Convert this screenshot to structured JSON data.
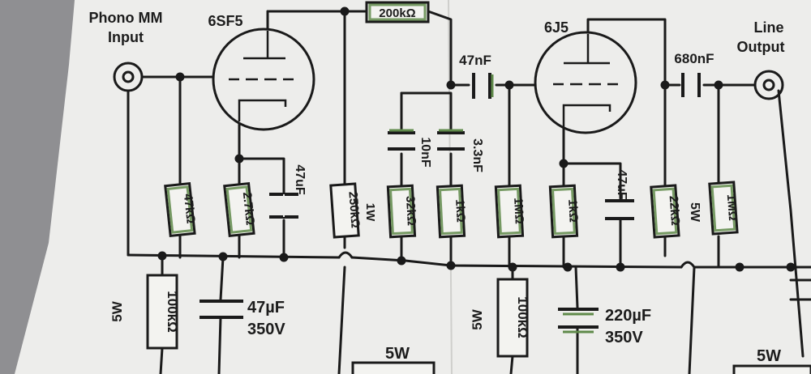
{
  "labels": {
    "input": [
      "Phono MM",
      "Input"
    ],
    "output": [
      "Line",
      "Output"
    ],
    "tube1": "6SF5",
    "tube2": "6J5"
  },
  "components": {
    "r_feedback": "200kΩ",
    "r_grid1": "47kΩ",
    "r_cathode1": "2.7kΩ",
    "c_cathode1": "47uF",
    "r_plate1": "250kΩ",
    "r_plate1_watt": "1W",
    "c_coupling": "47nF",
    "c_riaa1": "10nF",
    "c_riaa2": "3.3nF",
    "r_riaa1": "32kΩ",
    "r_riaa2": "1kΩ",
    "r_grid2": "1MΩ",
    "r_cathode2": "1kΩ",
    "c_cathode2": "47uF",
    "r_plate2": "22kΩ",
    "r_plate2_watt": "5W",
    "c_output": "680nF",
    "r_out": "1MΩ",
    "r_supply1": "100kΩ",
    "r_supply1_watt": "5W",
    "c_supply1": "47µF",
    "c_supply1_v": "350V",
    "r_supply2": "100kΩ",
    "r_supply2_watt": "5W",
    "c_supply2": "220µF",
    "c_supply2_v": "350V",
    "r_bottom1_watt": "5W",
    "r_bottom2_watt": "5W"
  }
}
